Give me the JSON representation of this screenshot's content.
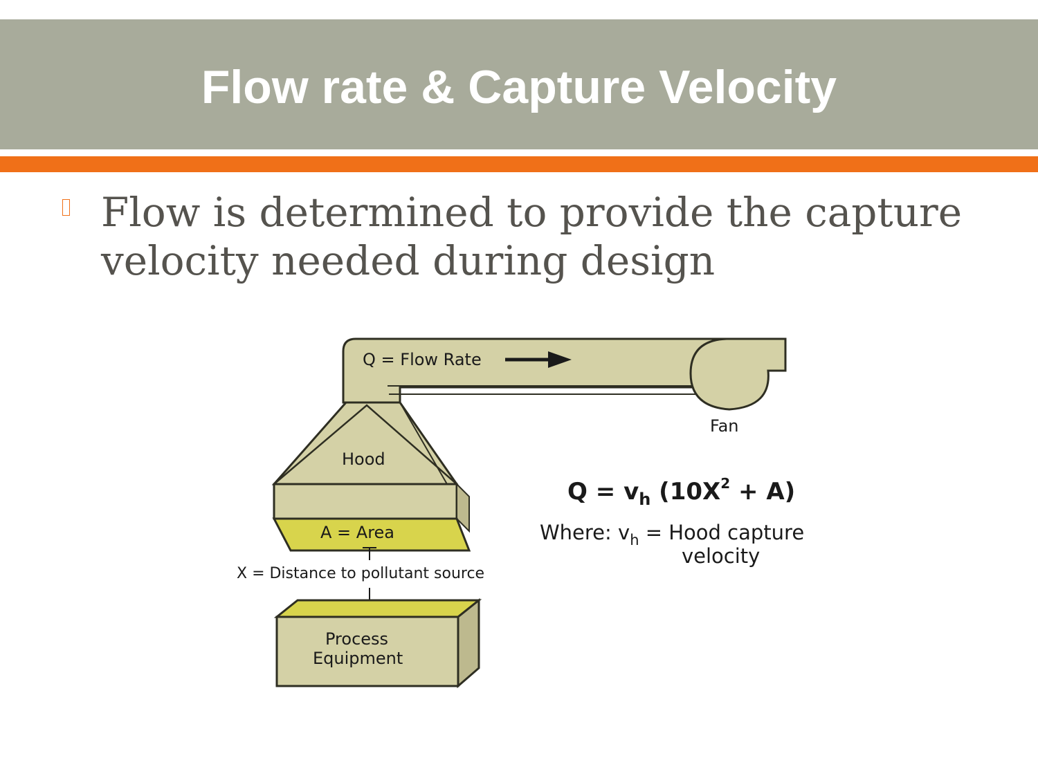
{
  "slide": {
    "title": "Flow rate & Capture Velocity",
    "bullet_text": "Flow is determined to provide the capture velocity needed during design"
  },
  "diagram": {
    "flow_label": "Q = Flow Rate",
    "fan_label": "Fan",
    "hood_label": "Hood",
    "area_label": "A = Area",
    "distance_label": "X = Distance to pollutant source",
    "equipment_line1": "Process",
    "equipment_line2": "Equipment",
    "formula": {
      "q": "Q = v",
      "sub": "h",
      "mid": " (10X",
      "exp": "2",
      "end": " + A)"
    },
    "where": {
      "prefix": "Where: v",
      "sub": "h",
      "suffix": " = Hood capture",
      "line2": "velocity"
    }
  },
  "colors": {
    "title_band": "#a8ab9b",
    "accent": "#f07018",
    "body_text": "#55534e",
    "duct_fill": "#d4d1a6",
    "area_fill": "#d8d44c"
  }
}
